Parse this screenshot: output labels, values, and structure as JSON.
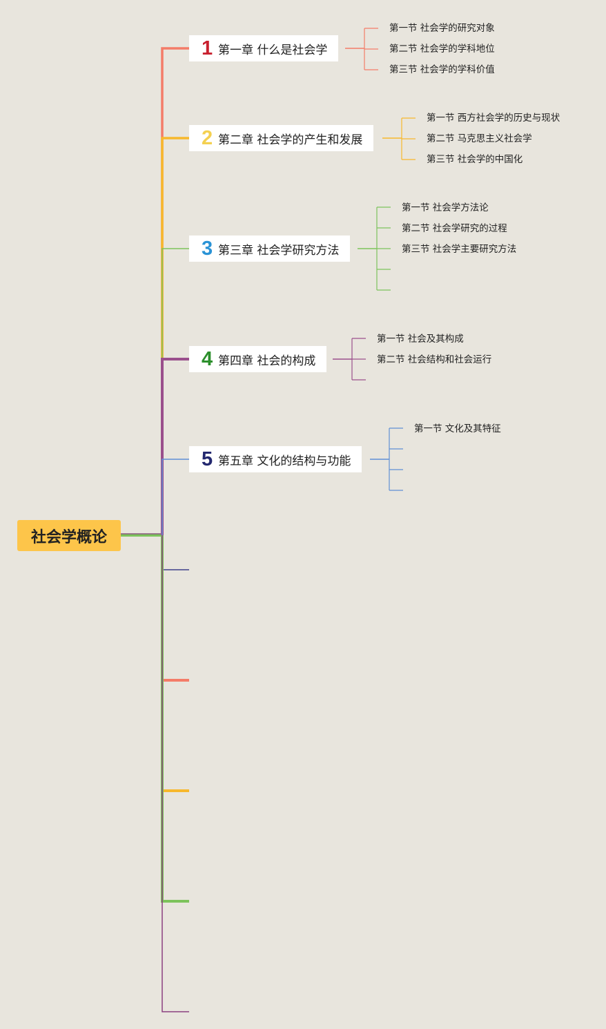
{
  "root": {
    "label": "社会学概论",
    "color": "#fdc54a"
  },
  "chapters": [
    {
      "num": "1",
      "title": "第一章 什么是社会学",
      "num_color": "#c8202e",
      "line_color": "#f47c68",
      "sections": [
        "第一节 社会学的研究对象",
        "第二节 社会学的学科地位",
        "第三节 社会学的学科价值"
      ]
    },
    {
      "num": "2",
      "title": "第二章 社会学的产生和发展",
      "num_color": "#f4d050",
      "line_color": "#f7b82c",
      "sections": [
        "第一节 西方社会学的历史与现状",
        "第二节 马克思主义社会学",
        "第三节 社会学的中国化"
      ]
    },
    {
      "num": "3",
      "title": "第三章 社会学研究方法",
      "num_color": "#2a93d6",
      "line_color": "#7cc35b",
      "sections": [
        "第一节 社会学方法论",
        "第二节 社会学研究的过程",
        "第三节 社会学主要研究方法",
        "",
        ""
      ]
    },
    {
      "num": "4",
      "title": "第四章 社会的构成",
      "num_color": "#2c8f2c",
      "line_color": "#9a4f8c",
      "sections": [
        "第一节 社会及其构成",
        "第二节 社会结构和社会运行",
        ""
      ]
    },
    {
      "num": "5",
      "title": "第五章 文化的结构与功能",
      "num_color": "#23286f",
      "line_color": "#5f8fd6",
      "sections": [
        "第一节 文化及其特征",
        "",
        "",
        ""
      ]
    }
  ],
  "empty_branches": [
    {
      "line_color": "#3e3f8a"
    },
    {
      "line_color": "#f47c68"
    },
    {
      "line_color": "#f7b82c"
    },
    {
      "line_color": "#7cc35b"
    },
    {
      "line_color": "#8a3f80"
    }
  ]
}
